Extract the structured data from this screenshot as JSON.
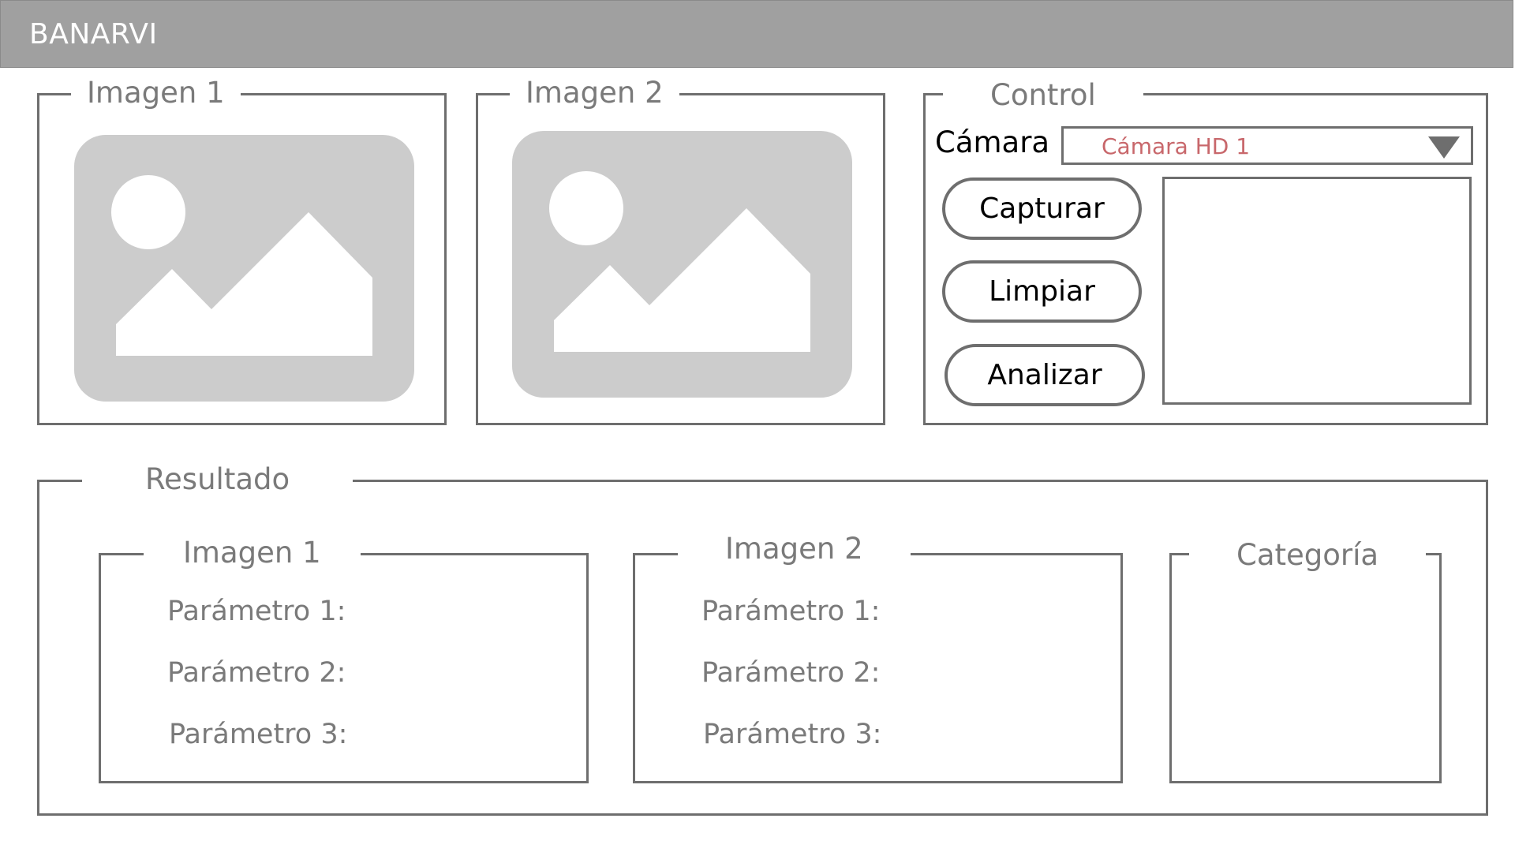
{
  "app": {
    "title": "BANARVI"
  },
  "image1": {
    "legend": "Imagen 1"
  },
  "image2": {
    "legend": "Imagen 2"
  },
  "control": {
    "legend": "Control",
    "camera_label": "Cámara",
    "camera_select_value": "Cámara HD 1",
    "buttons": {
      "capture": "Capturar",
      "clear": "Limpiar",
      "analyze": "Analizar"
    }
  },
  "result": {
    "legend": "Resultado",
    "image1": {
      "legend": "Imagen 1",
      "params": [
        "Parámetro 1:",
        "Parámetro 2:",
        "Parámetro 3:"
      ]
    },
    "image2": {
      "legend": "Imagen 2",
      "params": [
        "Parámetro 1:",
        "Parámetro 2:",
        "Parámetro 3:"
      ]
    },
    "category": {
      "legend": "Categoría"
    }
  },
  "colors": {
    "titlebar": "#a0a0a0",
    "border": "#6e6e6e",
    "placeholder": "#cccccc",
    "select_text": "#c8676b"
  },
  "icons": {
    "image_placeholder": "image-placeholder-icon",
    "dropdown": "dropdown-arrow-icon"
  }
}
